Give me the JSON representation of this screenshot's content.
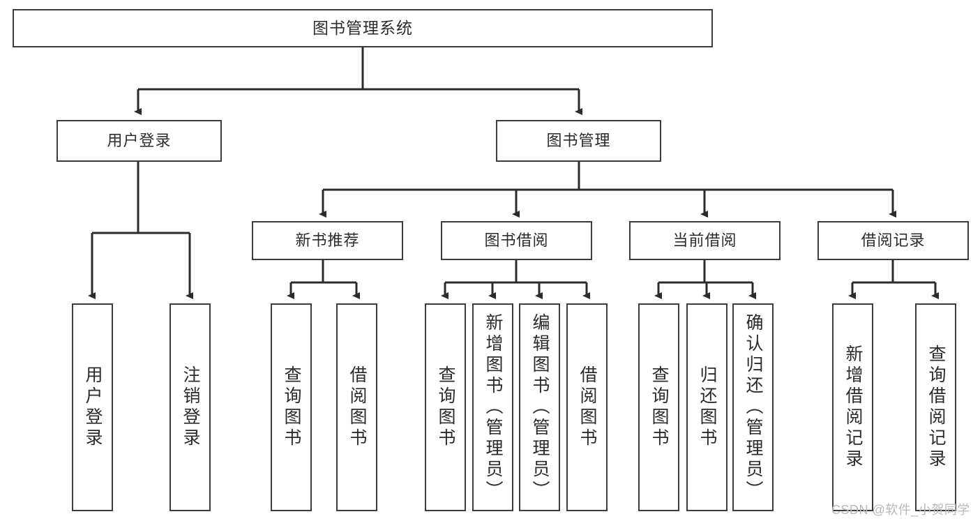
{
  "diagram": {
    "type": "tree",
    "title": "图书管理系统",
    "root": {
      "label": "图书管理系统"
    },
    "level2": [
      {
        "label": "用户登录"
      },
      {
        "label": "图书管理"
      }
    ],
    "level3": [
      {
        "label": "新书推荐"
      },
      {
        "label": "图书借阅"
      },
      {
        "label": "当前借阅"
      },
      {
        "label": "借阅记录"
      }
    ],
    "leaves": {
      "user_login": [
        {
          "label": "用户登录"
        },
        {
          "label": "注销登录"
        }
      ],
      "new_book_recommend": [
        {
          "label": "查询图书"
        },
        {
          "label": "借阅图书"
        }
      ],
      "book_borrow": [
        {
          "label": "查询图书"
        },
        {
          "label": "新增图书（管理员）"
        },
        {
          "label": "编辑图书（管理员）"
        },
        {
          "label": "借阅图书"
        }
      ],
      "current_borrow": [
        {
          "label": "查询图书"
        },
        {
          "label": "归还图书"
        },
        {
          "label": "确认归还（管理员）"
        }
      ],
      "borrow_record": [
        {
          "label": "新增借阅记录"
        },
        {
          "label": "查询借阅记录"
        }
      ]
    }
  },
  "watermark": {
    "text": "CSDN @软件_小贺同学"
  },
  "colors": {
    "stroke": "#3b3b3b",
    "text": "#2b2b2b",
    "background": "#ffffff",
    "watermark": "#b9b9b9"
  }
}
